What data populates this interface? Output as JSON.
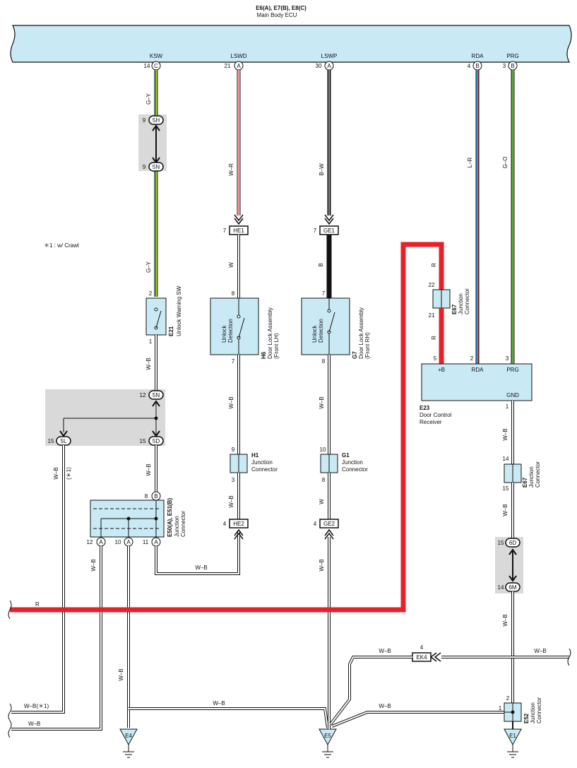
{
  "ecu": {
    "title": "E6(A), E7(B), E8(C)",
    "subtitle": "Main Body ECU"
  },
  "ecu_pins": {
    "ksw": {
      "signal": "KSW",
      "pin": "14",
      "conn": "C"
    },
    "lswd": {
      "signal": "LSWD",
      "pin": "21",
      "conn": "A"
    },
    "lswp": {
      "signal": "LSWP",
      "pin": "30",
      "conn": "A"
    },
    "rda": {
      "signal": "RDA",
      "pin": "4",
      "conn": "B"
    },
    "prg": {
      "signal": "PRG",
      "pin": "3",
      "conn": "B"
    }
  },
  "note": "＊1 : w/ Crawl",
  "wire_colors": {
    "gy1": "G–Y",
    "gy2": "G–Y",
    "wr": "W–R",
    "w_lh": "W",
    "bw": "B–W",
    "b_rh": "B",
    "lr": "L–R",
    "go": "G–O",
    "r1": "R",
    "r2": "R",
    "r_main": "R",
    "wb_e21": "W–B",
    "wb_5d": "W–B",
    "wb_5l": "W–B",
    "star1": "(＊1)",
    "wb_h6": "W–B",
    "wb_h1": "W–B",
    "w_rh": "W",
    "wb_g1": "W–B",
    "wb_e52": "W–B",
    "wb_e67": "W–B",
    "wb_6m": "W–B",
    "wb_bottom1": "W–B",
    "wb_bottom2": "W–B",
    "wb_ek4_left": "W–B",
    "wb_ek4_right": "W–B",
    "wb_e4": "W–B",
    "wb_a12": "W–B",
    "wb_left1": "W–B(＊1)",
    "wb_left2": "W–B",
    "wb_ge2": "W–B"
  },
  "connectors": {
    "c5h": {
      "name": "5H",
      "pin": "9"
    },
    "c5n_top": {
      "name": "5N",
      "pin": "9"
    },
    "c5n": {
      "name": "5N",
      "pin": "12"
    },
    "c5l": {
      "name": "5L",
      "pin": "15"
    },
    "c5d": {
      "name": "5D",
      "pin": "15"
    },
    "he1": {
      "name": "HE1",
      "pin": "7"
    },
    "ge1": {
      "name": "GE1",
      "pin": "7"
    },
    "he2": {
      "name": "HE2",
      "pin": "4"
    },
    "ge2": {
      "name": "GE2",
      "pin": "4"
    },
    "c6d": {
      "name": "6D",
      "pin": "15"
    },
    "c6m": {
      "name": "6M",
      "pin": "14"
    },
    "ek4": {
      "name": "EK4",
      "pin": "4"
    }
  },
  "components": {
    "e21": {
      "id": "E21",
      "name": "Unlock Warning SW",
      "pin_top": "2",
      "pin_bot": "1"
    },
    "h6": {
      "id": "H6",
      "name": "Door Lock Assembly",
      "sub": "(Front LH)",
      "inner1": "Unlock",
      "inner2": "Detection",
      "pin_top": "8",
      "pin_bot": "7"
    },
    "g7": {
      "id": "G7",
      "name": "Door Lock Assembly",
      "sub": "(Front RH)",
      "inner1": "Unlock",
      "inner2": "Detection",
      "pin_top": "7",
      "pin_bot": "8"
    },
    "h1": {
      "id": "H1",
      "line1": "Junction",
      "line2": "Connector",
      "pin_top": "9",
      "pin_bot": "3"
    },
    "g1": {
      "id": "G1",
      "line1": "Junction",
      "line2": "Connector",
      "pin_top": "10",
      "pin_bot": "8"
    },
    "e67a": {
      "id": "E67",
      "line1": "Junction",
      "line2": "Connector",
      "pin_top": "22",
      "pin_bot": "21"
    },
    "e67b": {
      "id": "E67",
      "line1": "Junction",
      "line2": "Connector",
      "pin_top": "14",
      "pin_bot": "15"
    },
    "e52": {
      "id": "E52",
      "line1": "Junction",
      "line2": "Connector",
      "pin_top": "2",
      "pin_left": "1"
    },
    "e23": {
      "id": "E23",
      "line1": "Door Control",
      "line2": "Receiver",
      "b": "+B",
      "rda": "RDA",
      "prg": "PRG",
      "gnd": "GND",
      "p_b": "5",
      "p_rda": "2",
      "p_prg": "3",
      "p_gnd": "1"
    },
    "e50": {
      "id": "E50(A), E51(B)",
      "line1": "Junction",
      "line2": "Connector",
      "p_top": "8",
      "c_top": "B",
      "p_a12": "12",
      "p_a10": "10",
      "p_a11": "11",
      "c_a": "A"
    }
  },
  "grounds": {
    "e4": "E4",
    "e5": "E5",
    "e1": "E1"
  },
  "colors": {
    "ecu_fill": "#c9e9f5",
    "red_wire": "#e8202a",
    "green": "#3fae49",
    "yellow": "#f2e500",
    "blue": "#3aa0e0",
    "shade": "#d9d9d9"
  }
}
